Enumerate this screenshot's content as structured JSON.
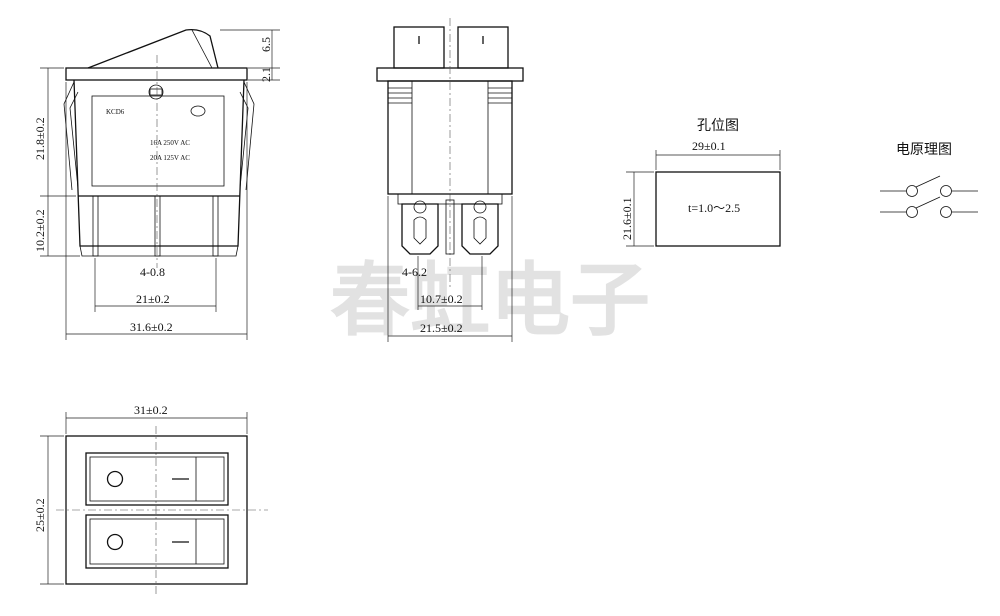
{
  "watermark": "春虹电子",
  "side_view": {
    "label_model": "KCD6",
    "label_rating1": "16A  250V  AC",
    "label_rating2": "20A  125V  AC",
    "dim_top_a": "6.5",
    "dim_top_b": "2.1",
    "dim_body_h": "21.8±0.2",
    "dim_pin_h": "10.2±0.2",
    "dim_pins": "4-0.8",
    "dim_pitch": "21±0.2",
    "dim_width": "31.6±0.2"
  },
  "front_view": {
    "dim_tabs": "4-6.2",
    "dim_tab_pitch": "10.7±0.2",
    "dim_width": "21.5±0.2"
  },
  "cutout": {
    "title": "孔位图",
    "dim_w": "29±0.1",
    "dim_h": "21.6±0.1",
    "thickness": "t=1.0～2.5"
  },
  "schematic": {
    "title": "电原理图"
  },
  "top_view": {
    "dim_w": "31±0.2",
    "dim_h": "25±0.2"
  }
}
